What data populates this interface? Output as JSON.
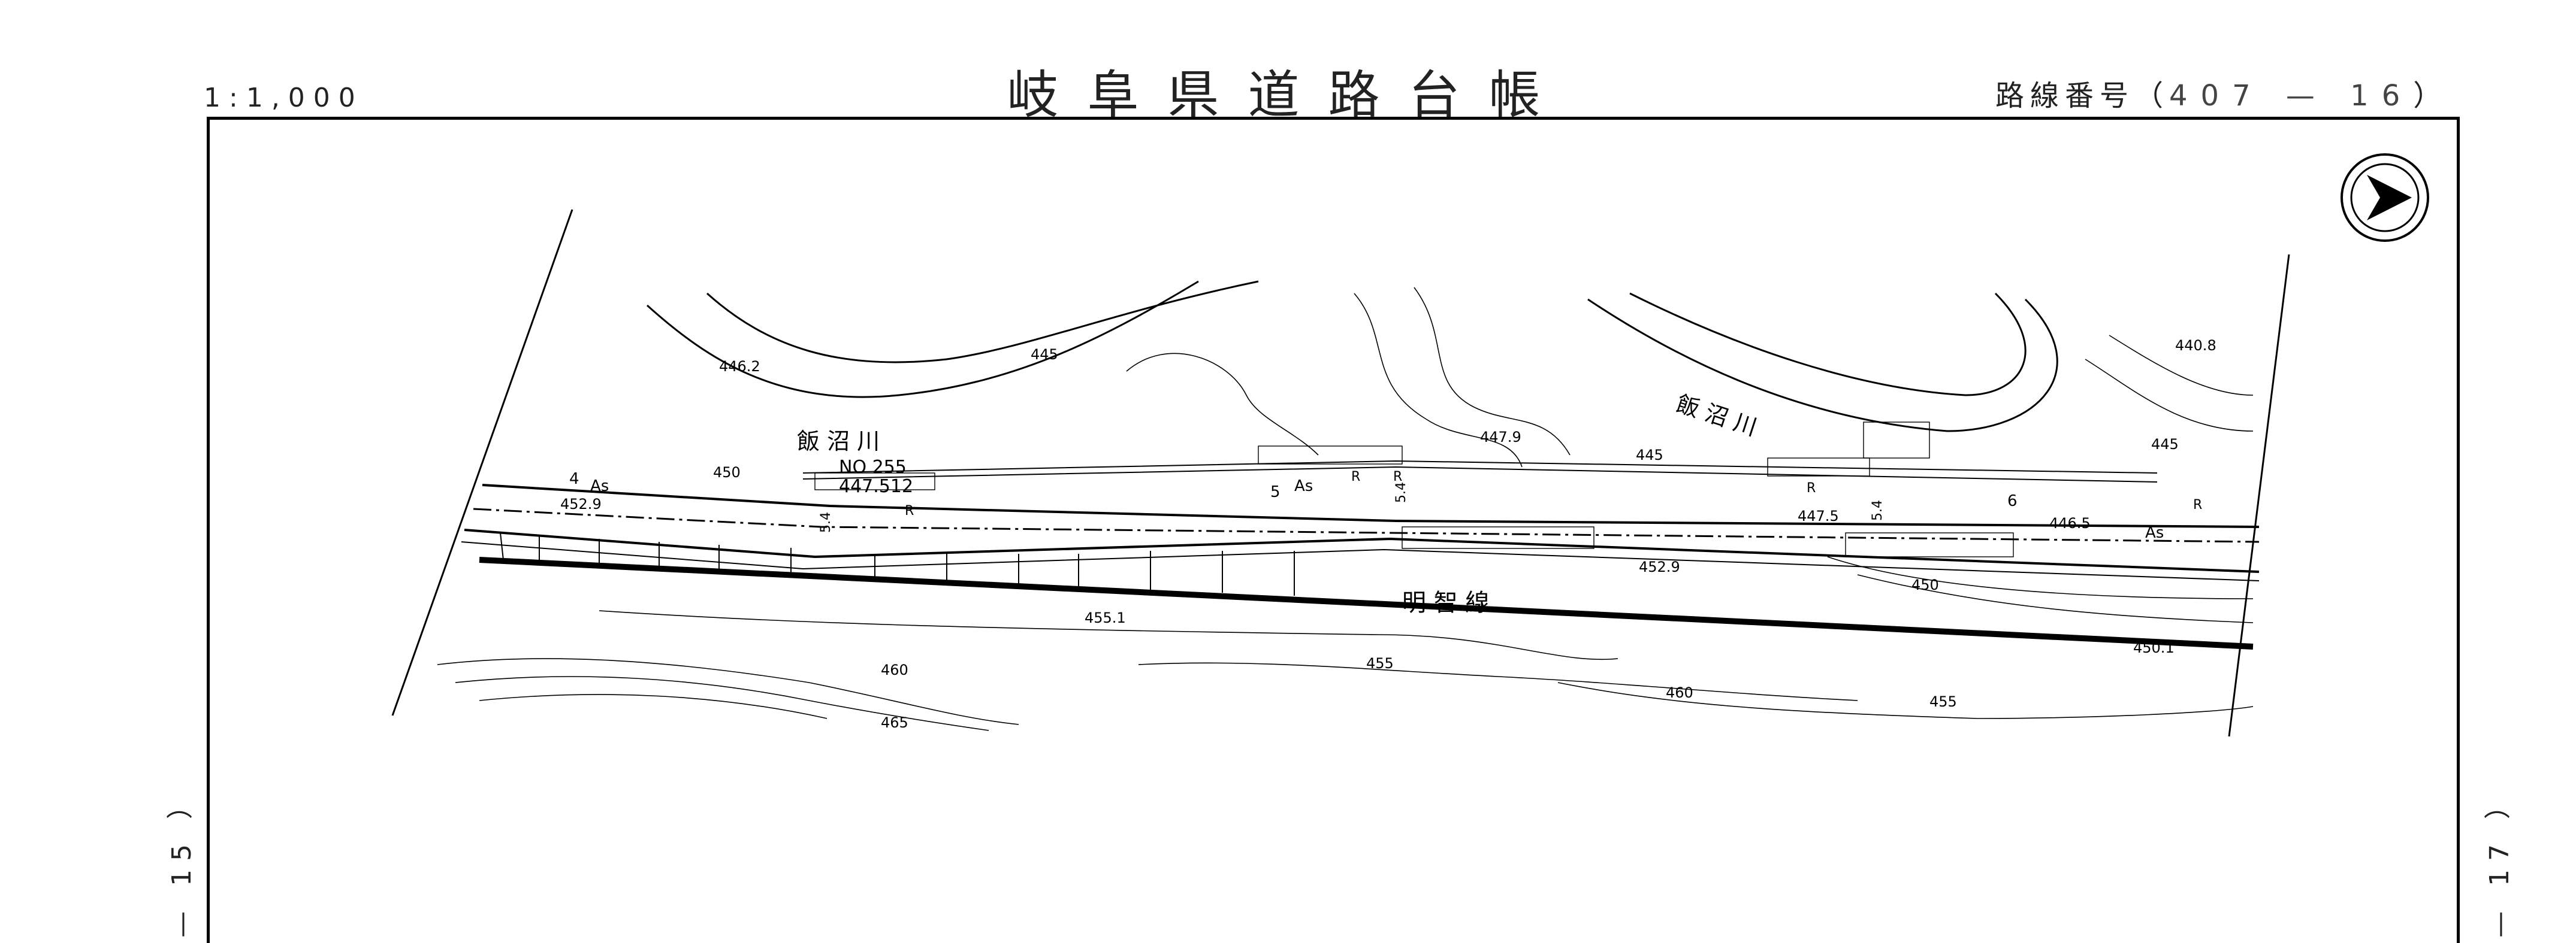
{
  "header": {
    "scale": "1:1,000",
    "title": "岐阜県道路台帳",
    "route_prefix": "路線番号（",
    "route_number": "407 — 16",
    "route_suffix": "）"
  },
  "page_refs": {
    "left": "— 15 ）",
    "right": "— 17 ）"
  },
  "map": {
    "river_name_left": "飯 沼 川",
    "river_name_right": "飯 沼 川",
    "road_name": "明 智 線",
    "benchmark_no": "NO 255",
    "benchmark_elev": "447.512",
    "elevations": [
      "446.2",
      "445",
      "452.9",
      "450",
      "447.9",
      "445",
      "440.8",
      "445",
      "447.5",
      "446.5",
      "452.9",
      "450",
      "455.1",
      "455",
      "460",
      "465",
      "460",
      "455",
      "450.1"
    ],
    "surface_labels": [
      "As",
      "As",
      "As"
    ],
    "station_marks": [
      "4",
      "5",
      "6"
    ],
    "width_marks": [
      "5.4",
      "5.4",
      "5.4"
    ],
    "r_marks": [
      "R",
      "R",
      "R",
      "R",
      "R"
    ]
  },
  "icons": {
    "north_arrow": "north-arrow-icon"
  }
}
